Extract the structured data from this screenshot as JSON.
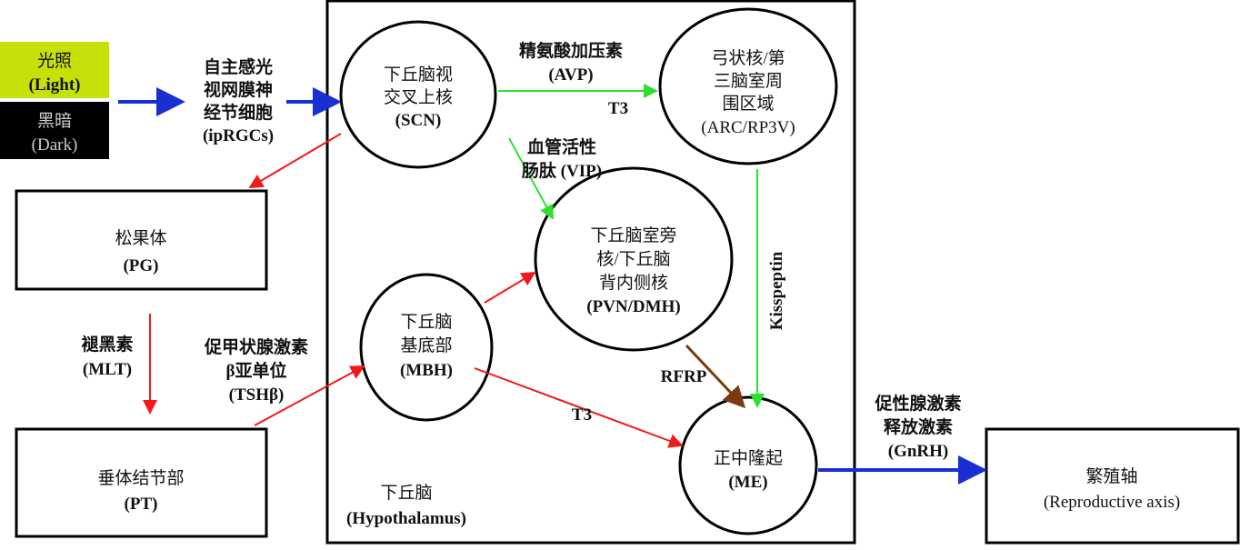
{
  "light": {
    "cn": "光照",
    "en": "(Light)",
    "color": "#c6e00a"
  },
  "dark": {
    "cn": "黑暗",
    "en": "(Dark)"
  },
  "iprgc": [
    "自主感光",
    "视网膜神",
    "经节细胞",
    "(ipRGCs)"
  ],
  "scn": [
    "下丘脑视",
    "交叉上核",
    "(SCN)"
  ],
  "arc": [
    "弓状核/第",
    "三脑室周",
    "围区域",
    "(ARC/RP3V)"
  ],
  "pvn": [
    "下丘脑室旁",
    "核/下丘脑",
    "背内侧核",
    "(PVN/DMH)"
  ],
  "mbh": [
    "下丘脑",
    "基底部",
    "(MBH)"
  ],
  "me": [
    "正中隆起",
    "(ME)"
  ],
  "pg": [
    "松果体",
    "(PG)"
  ],
  "pt": [
    "垂体结节部",
    "(PT)"
  ],
  "repro": [
    "繁殖轴",
    "(Reproductive axis)"
  ],
  "hypothalamus": [
    "下丘脑",
    "(Hypothalamus)"
  ],
  "labels": {
    "avp": [
      "精氨酸加压素",
      "(AVP)"
    ],
    "t3_top": "T3",
    "vip": [
      "血管活性",
      "肠肽 (VIP)"
    ],
    "kisspeptin": "Kisspeptin",
    "rfrp": "RFRP",
    "t3_bottom": "T3",
    "mlt": [
      "褪黑素",
      "(MLT)"
    ],
    "tshb": [
      "促甲状腺激素",
      "β亚单位",
      "(TSHβ)"
    ],
    "gnrh": [
      "促性腺激素",
      "释放激素",
      "(GnRH)"
    ]
  },
  "colors": {
    "blue": "#1a2fd0",
    "red": "#f01a1a",
    "green": "#2ee02e"
  }
}
